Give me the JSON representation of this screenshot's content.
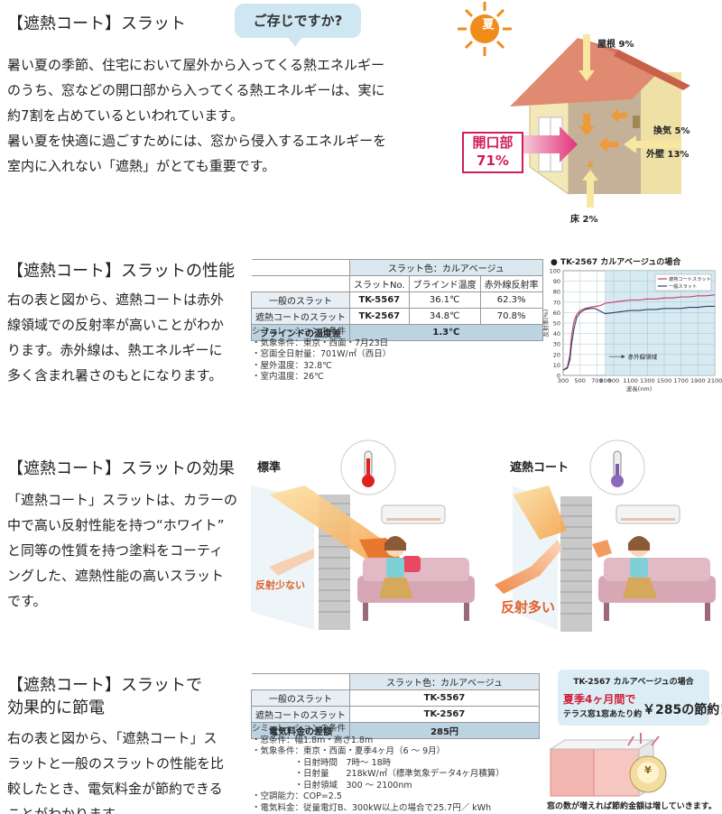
{
  "intro": {
    "title": "【遮熱コート】スラット",
    "bubble": "ご存じですか?",
    "paragraph": [
      "暑い夏の季節、住宅において屋外から入ってくる熱エネルギー",
      "のうち、窓などの開口部から入ってくる熱エネルギーは、実に",
      "約7割を占めているといわれています。",
      "暑い夏を快適に過ごすためには、窓から侵入するエネルギーを",
      "室内に入れない「遮熱」がとても重要です。"
    ],
    "sun_label": "夏",
    "roof": "屋根 9%",
    "vent": "換気 5%",
    "wall": "外壁 13%",
    "floor": "床 2%",
    "opening_name": "開口部",
    "opening_value": "71%"
  },
  "performance": {
    "title": "【遮熱コート】スラットの性能",
    "paragraph": [
      "右の表と図から、遮熱コートは赤外",
      "線領域での反射率が高いことがわか",
      "ります。赤外線は、熱エネルギーに",
      "多く含まれ暑さのもとになります。"
    ],
    "table": {
      "color_header": "スラット色：カルアベージュ",
      "columns": [
        "スラットNo.",
        "ブラインド温度",
        "赤外線反射率"
      ],
      "rows": [
        {
          "label": "一般のスラット",
          "no": "TK-5567",
          "temp": "36.1℃",
          "refl": "62.3%"
        },
        {
          "label": "遮熱コートのスラット",
          "no": "TK-2567",
          "temp": "34.8℃",
          "refl": "70.8%"
        }
      ],
      "diff_label": "ブラインドの温度差",
      "diff_value": "1.3℃"
    },
    "notes": [
      "シミュレーションの条件",
      "・気象条件：東京・西面・7月23日",
      "・窓面全日射量：701W/㎡（西日）",
      "・屋外温度：32.8℃",
      "・室内温度：26℃"
    ]
  },
  "chart_data": {
    "type": "line",
    "title": "● TK-2567 カルアベージュの場合",
    "ylabel": "反射率(%)",
    "xlabel": "波長(nm)",
    "xlim": [
      300,
      2100
    ],
    "ylim": [
      0,
      100
    ],
    "x_ticks": [
      300,
      500,
      700,
      800,
      900,
      1100,
      1300,
      1500,
      1700,
      1900,
      2100
    ],
    "x_tick_labels": [
      "300",
      "500",
      "700",
      "800",
      "900",
      "1100",
      "1300",
      "1500",
      "1700",
      "1900",
      "2100"
    ],
    "y_ticks": [
      0,
      10,
      20,
      30,
      40,
      50,
      60,
      70,
      80,
      90,
      100
    ],
    "region_label": "赤外線領域",
    "region_start": 800,
    "series": [
      {
        "name": "遮熱コートスラット",
        "color": "#c8386e",
        "x": [
          300,
          350,
          380,
          400,
          430,
          460,
          500,
          560,
          620,
          680,
          700,
          750,
          800,
          900,
          1000,
          1100,
          1200,
          1300,
          1400,
          1500,
          1600,
          1700,
          1800,
          1900,
          2000,
          2100
        ],
        "y": [
          5,
          8,
          20,
          38,
          52,
          58,
          62,
          64,
          65,
          66,
          66,
          67,
          69,
          70,
          71,
          72,
          72,
          73,
          73,
          74,
          74,
          75,
          75,
          76,
          76,
          77
        ]
      },
      {
        "name": "一般スラット",
        "color": "#27405e",
        "x": [
          300,
          350,
          380,
          400,
          430,
          460,
          500,
          560,
          620,
          680,
          700,
          750,
          800,
          900,
          1000,
          1100,
          1200,
          1300,
          1400,
          1500,
          1600,
          1700,
          1800,
          1900,
          2000,
          2100
        ],
        "y": [
          5,
          7,
          15,
          30,
          45,
          55,
          60,
          63,
          64,
          64,
          63,
          61,
          59,
          60,
          61,
          62,
          62,
          63,
          63,
          64,
          64,
          64,
          65,
          65,
          66,
          66
        ]
      }
    ]
  },
  "effect": {
    "title": "【遮熱コート】スラットの効果",
    "paragraph": [
      "「遮熱コート」スラットは、カラーの",
      "中で高い反射性能を持つ“ホワイト”",
      "と同等の性質を持つ塗料をコーティ",
      "ングした、遮熱性能の高いスラット",
      "です。"
    ],
    "standard_label": "標準",
    "standard_reflect": "反射少ない",
    "coat_label": "遮熱コート",
    "coat_reflect": "反射多い"
  },
  "saving": {
    "title_line1": "【遮熱コート】スラットで",
    "title_line2": "効果的に節電",
    "paragraph": [
      "右の表と図から、「遮熱コート」ス",
      "ラットと一般のスラットの性能を比",
      "較したとき、電気料金が節約できる",
      "ことがわかります。"
    ],
    "table": {
      "color_header": "スラット色：カルアベージュ",
      "rows": [
        {
          "label": "一般のスラット",
          "value": "TK-5567"
        },
        {
          "label": "遮熱コートのスラット",
          "value": "TK-2567"
        }
      ],
      "diff_label": "電気料金の差額",
      "diff_value": "285円"
    },
    "notes": [
      "シミュレーションの条件",
      "・窓条件：幅1.8m・高さ1.8m",
      "・気象条件：東京・西面・夏季4ヶ月（6 ～ 9月）",
      "　　　　　・日射時間　7時～ 18時",
      "　　　　　・日射量　　218kW/㎡（標準気象データ4ヶ月積算）",
      "　　　　　・日射領域　300 ～ 2100nm",
      "・空調能力：COP=2.5",
      "・電気料金：従量電灯B、300kW以上の場合で25.7円／ kWh"
    ],
    "promo_title": "TK-2567 カルアベージュの場合",
    "promo_red": "夏季4ヶ月間で",
    "promo_sub": "テラス窓1窓あたり約",
    "promo_amount": "￥285の節約！",
    "coin_symbol": "¥",
    "caption": "窓の数が増えれば節約金額は増していきます。"
  }
}
